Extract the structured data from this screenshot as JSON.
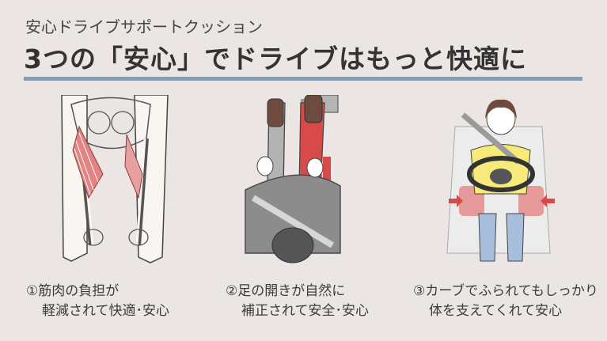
{
  "header": {
    "subtitle": "安心ドライブサポートクッション",
    "title": "3つの「安心」でドライブはもっと快適に"
  },
  "panels": [
    {
      "caption_line1": "①筋肉の負担が",
      "caption_line2": "軽減されて快適･安心"
    },
    {
      "caption_line1": "②足の開きが自然に",
      "caption_line2": "補正されて安全･安心"
    },
    {
      "caption_line1": "③カーブでふられてもしっかり",
      "caption_line2": "体を支えてくれて安心"
    }
  ],
  "colors": {
    "accent_rule": "#7fa0bc",
    "muscle": "#e28484",
    "highlight": "#d84a4a",
    "wheel_ring": "#f6ea7a"
  }
}
